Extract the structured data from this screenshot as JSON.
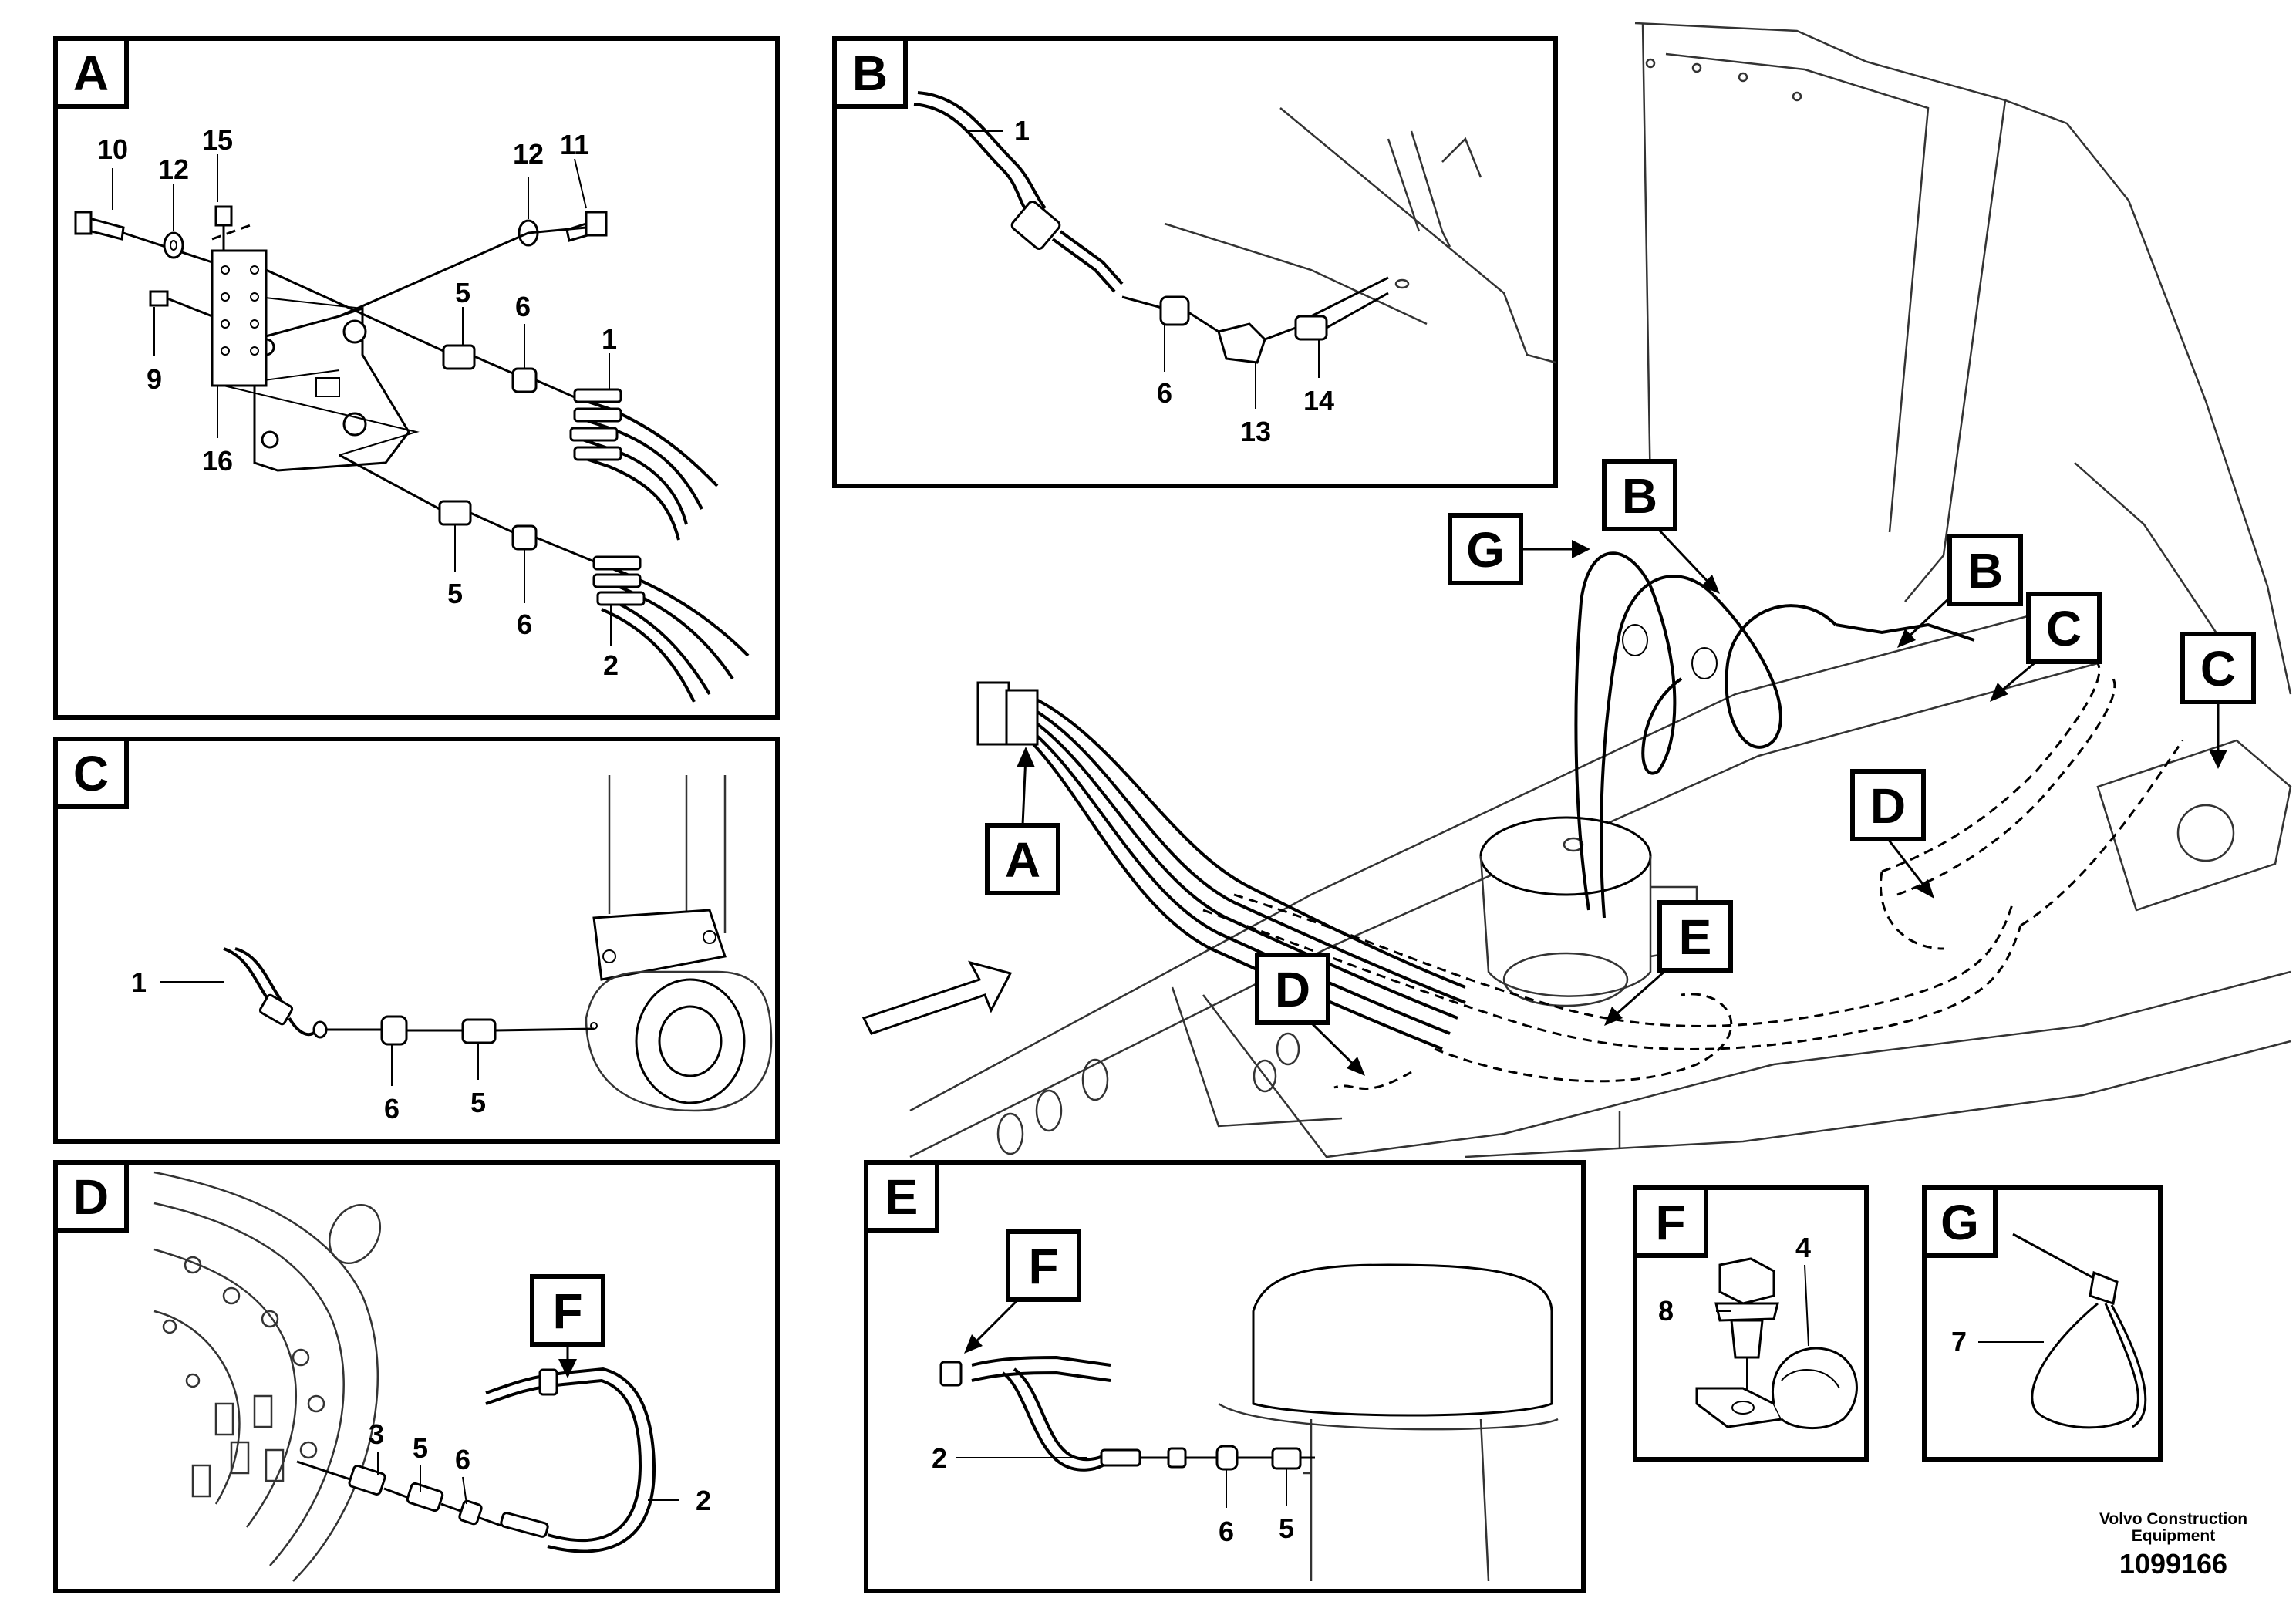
{
  "panels": {
    "A": {
      "letter": "A",
      "numbers": {
        "n10": "10",
        "n12a": "12",
        "n15": "15",
        "n12b": "12",
        "n11": "11",
        "n9": "9",
        "n16": "16",
        "n5a": "5",
        "n6a": "6",
        "n1": "1",
        "n5b": "5",
        "n6b": "6",
        "n2": "2"
      }
    },
    "B": {
      "letter": "B",
      "numbers": {
        "n1": "1",
        "n6": "6",
        "n13": "13",
        "n14": "14"
      }
    },
    "C": {
      "letter": "C",
      "numbers": {
        "n1": "1",
        "n6": "6",
        "n5": "5"
      }
    },
    "D": {
      "letter": "D",
      "callout": "F",
      "numbers": {
        "n3": "3",
        "n5": "5",
        "n6": "6",
        "n2": "2"
      }
    },
    "E": {
      "letter": "E",
      "callout": "F",
      "numbers": {
        "n2": "2",
        "n6": "6",
        "n5": "5"
      }
    },
    "F": {
      "letter": "F",
      "numbers": {
        "n8": "8",
        "n4": "4"
      }
    },
    "G": {
      "letter": "G",
      "numbers": {
        "n7": "7"
      }
    }
  },
  "overview_callouts": {
    "A": "A",
    "B1": "B",
    "B2": "B",
    "C1": "C",
    "C2": "C",
    "D1": "D",
    "D2": "D",
    "E": "E",
    "G": "G"
  },
  "footer": {
    "company": "Volvo Construction",
    "company2": "Equipment",
    "drawing_number": "1099166"
  }
}
